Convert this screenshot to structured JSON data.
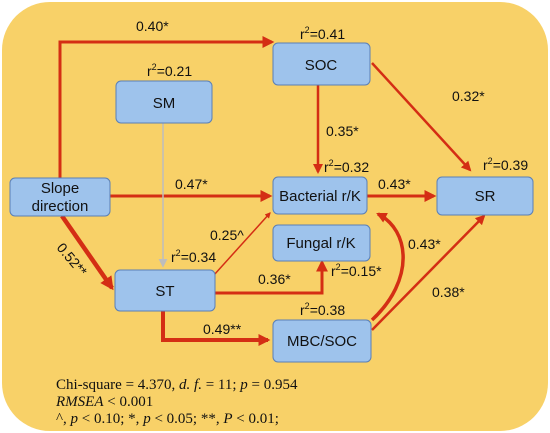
{
  "colors": {
    "background": "#f8d168",
    "node_fill": "#9ec3ec",
    "node_stroke": "#5a7fb6",
    "arrow_red": "#d42e14",
    "arrow_gray": "#bdbdbd"
  },
  "nodes": {
    "slope": {
      "line1": "Slope",
      "line2": "direction"
    },
    "sm": {
      "label": "SM",
      "r2_prefix": "r",
      "r2_sup": "2",
      "r2_value": "=0.21"
    },
    "soc": {
      "label": "SOC",
      "r2_prefix": "r",
      "r2_sup": "2",
      "r2_value": "=0.41"
    },
    "bacterial": {
      "label": "Bacterial r/K",
      "r2_prefix": "r",
      "r2_sup": "2",
      "r2_value": "=0.32"
    },
    "sr": {
      "label": "SR",
      "r2_prefix": "r",
      "r2_sup": "2",
      "r2_value": "=0.39"
    },
    "fungal": {
      "label": "Fungal r/K",
      "r2_prefix": "r",
      "r2_sup": "2",
      "r2_value": "=0.15*"
    },
    "st": {
      "label": "ST",
      "r2_prefix": "r",
      "r2_sup": "2",
      "r2_value": "=0.34"
    },
    "mbc": {
      "label": "MBC/SOC",
      "r2_prefix": "r",
      "r2_sup": "2",
      "r2_value": "=0.38"
    }
  },
  "paths": {
    "slope_soc": "0.40*",
    "soc_bacterial": "0.35*",
    "soc_sr": "0.32*",
    "slope_bacterial": "0.47*",
    "bacterial_sr": "0.43*",
    "slope_st": "0.52**",
    "st_bacterial": "0.25^",
    "st_fungal": "0.36*",
    "st_mbc": "0.49**",
    "mbc_bacterial": "0.43*",
    "mbc_sr": "0.38*"
  },
  "notes": {
    "line1_a": "Chi-square = 4.370, ",
    "line1_df": "d. f.",
    "line1_b": " = 11; ",
    "line1_p": "p",
    "line1_c": " = 0.954",
    "line2_rmsea": "RMSEA",
    "line2_b": " < 0.001",
    "line3_a": "^, ",
    "line3_p1": "p",
    "line3_b": " < 0.10; *, ",
    "line3_p2": "p",
    "line3_c": " < 0.05; **, ",
    "line3_p3": "P",
    "line3_d": " < 0.01;"
  }
}
